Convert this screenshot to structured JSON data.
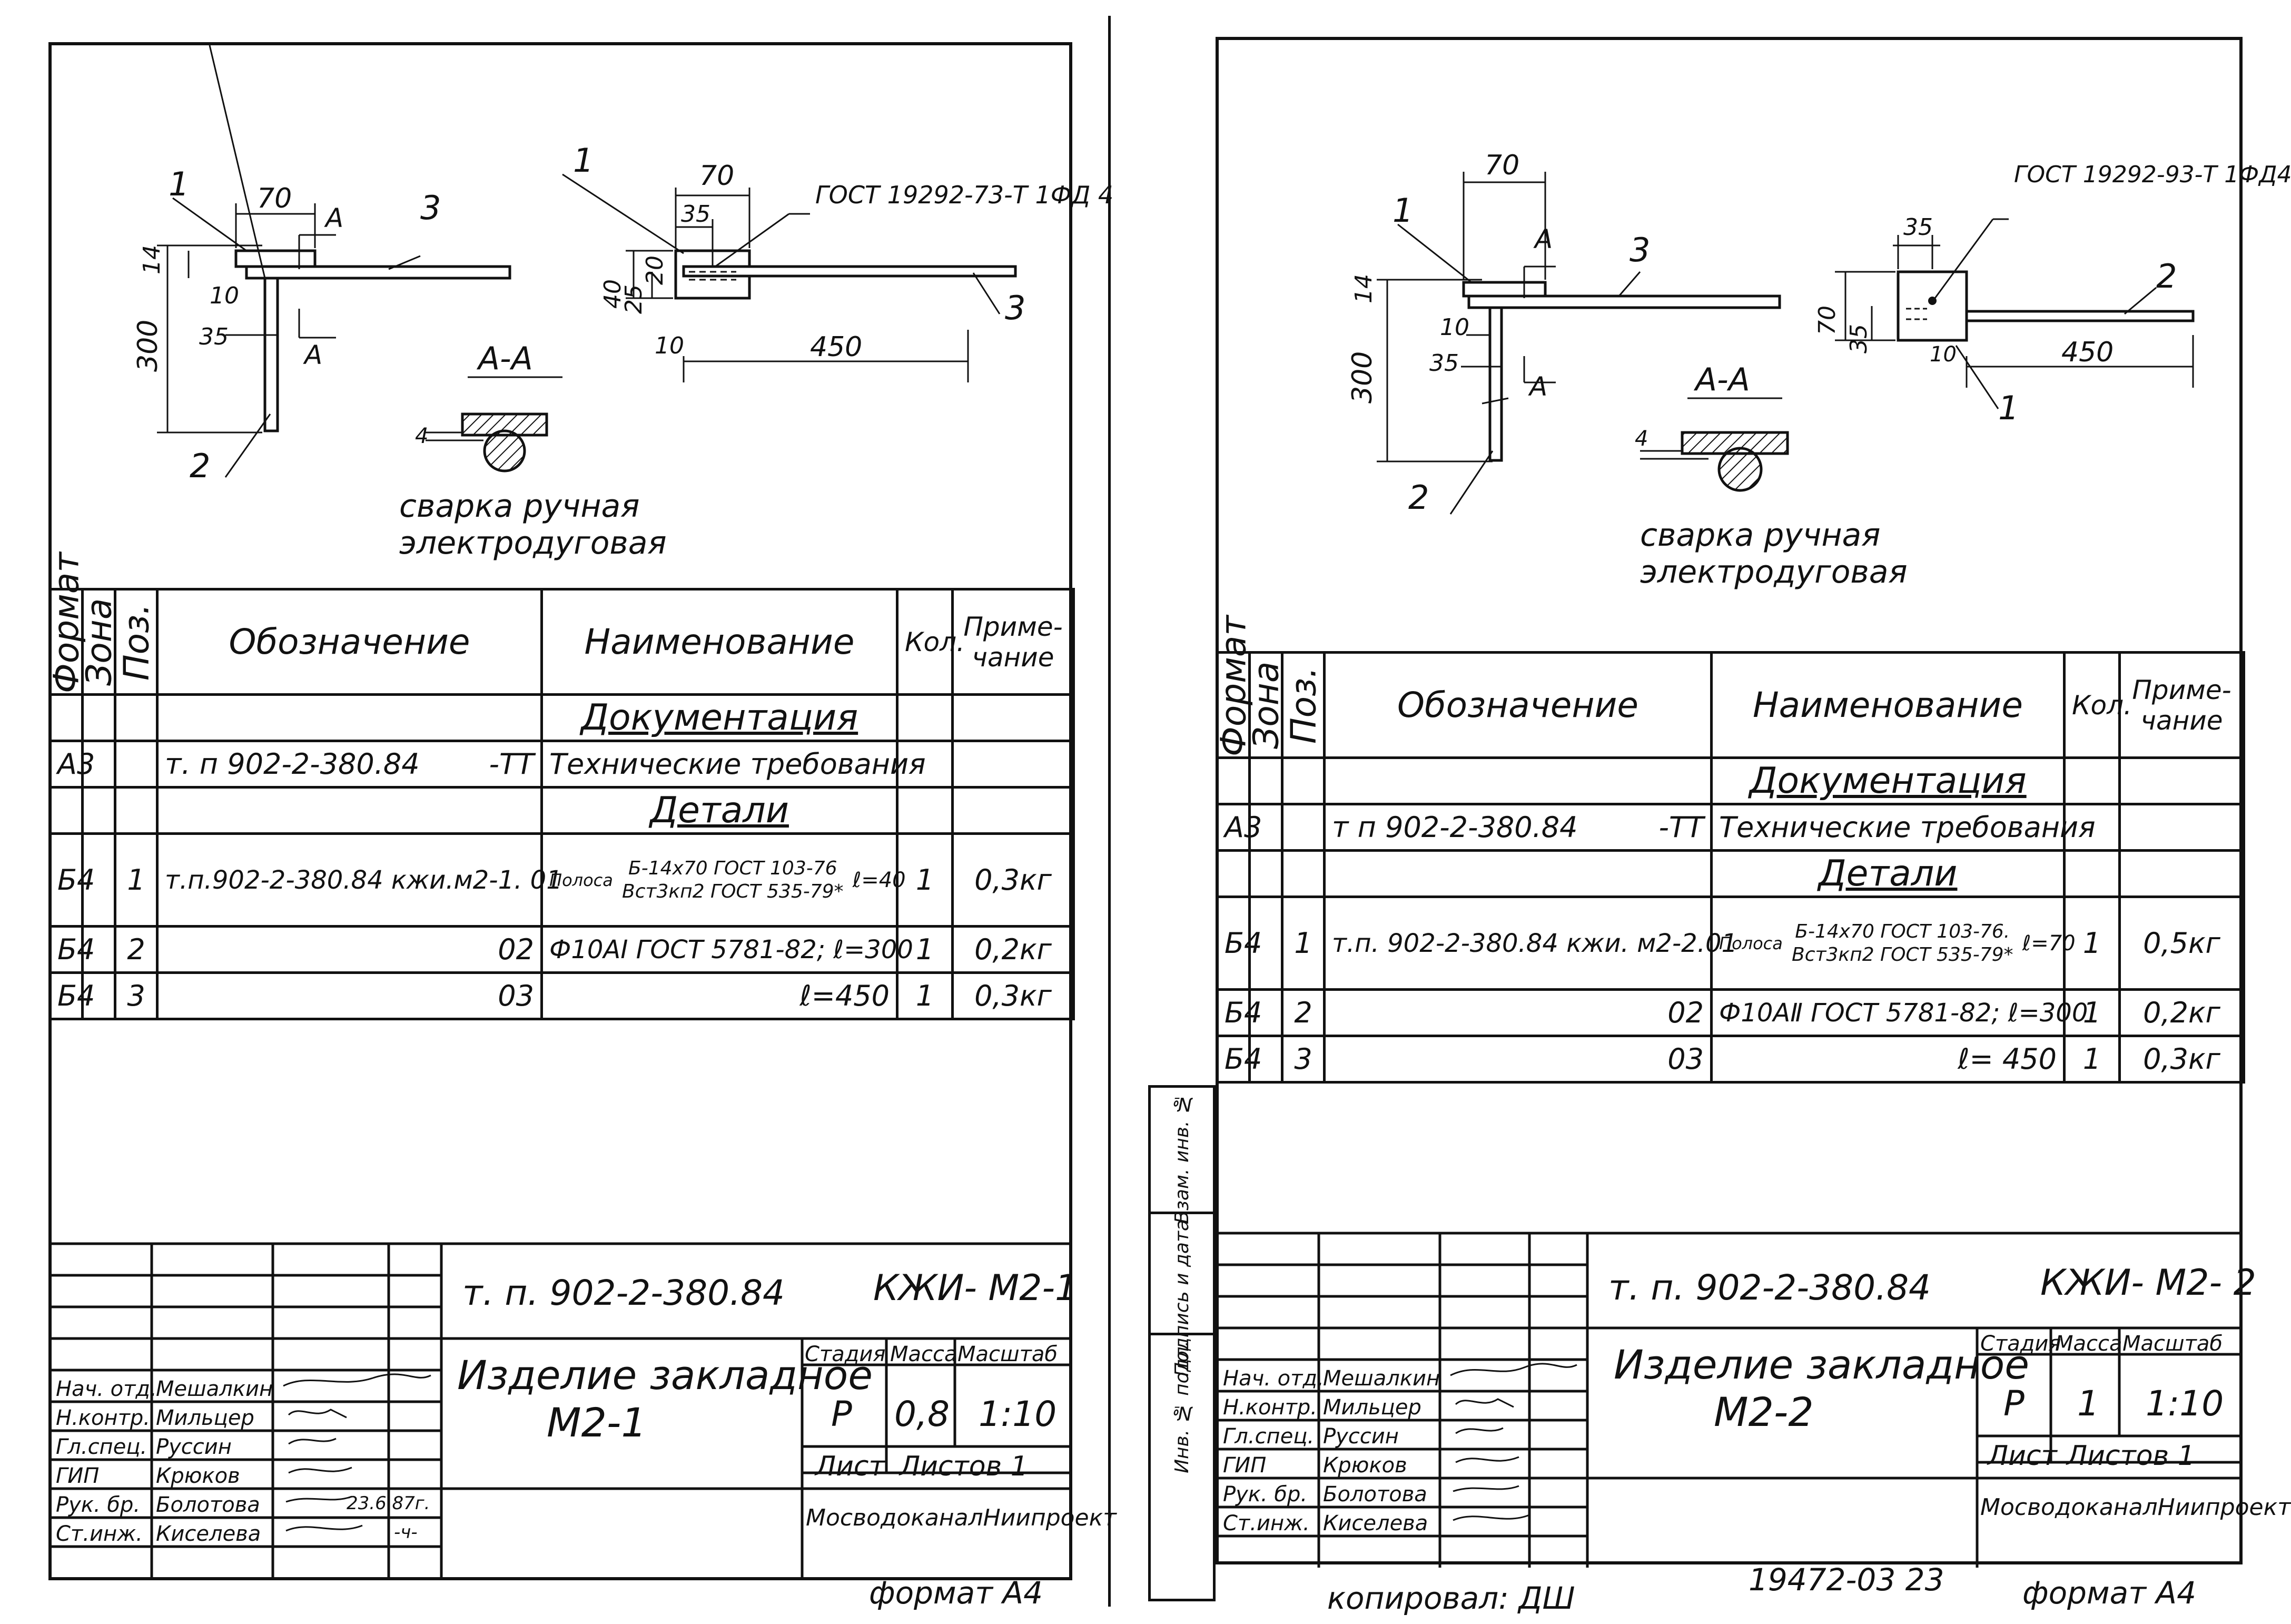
{
  "left_sheet": {
    "drawing": {
      "dim_70_top": "70",
      "section_a_top": "A",
      "section_a_bottom": "A",
      "dim_14": "14",
      "dim_300": "300",
      "dim_10": "10",
      "dim_35": "35",
      "pos_1": "1",
      "pos_2": "2",
      "pos_3": "3",
      "plan_pos_1": "1",
      "plan_pos_3": "3",
      "plan_dim_70": "70",
      "plan_dim_35": "35",
      "plan_dim_20": "20",
      "plan_dim_40": "40",
      "plan_dim_25": "25",
      "plan_dim_10": "10",
      "plan_dim_450": "450",
      "gost_note": "ГОСТ 19292-73-Т 1ФД 4",
      "section_title": "А-А",
      "weld_size": "4",
      "weld_note_line1": "сварка ручная",
      "weld_note_line2": "электродуговая"
    },
    "spec": {
      "headers": {
        "format": "Формат",
        "zone": "Зона",
        "pos": "Поз.",
        "designation": "Обозначение",
        "name": "Наименование",
        "qty": "Кол.",
        "note": "Приме-чание"
      },
      "section_docs": "Документация",
      "row_docs": {
        "format": "А3",
        "designation": "т. п 902-2-380.84",
        "suffix": "-ТТ",
        "name": "Технические требования"
      },
      "section_parts": "Детали",
      "row1": {
        "format": "Б4",
        "pos": "1",
        "designation": "т.п.902-2-380.84 кжи.м2-1. 01",
        "name_prefix": "Полоса",
        "name_top": "Б-14х70 ГОСТ 103-76",
        "name_bottom": "Вст3кп2 ГОСТ 535-79*",
        "length": "ℓ=40",
        "qty": "1",
        "note": "0,3кг"
      },
      "row2": {
        "format": "Б4",
        "pos": "2",
        "designation": "02",
        "name": "Ф10АⅠ ГОСТ 5781-82; ℓ=300",
        "qty": "1",
        "note": "0,2кг"
      },
      "row3": {
        "format": "Б4",
        "pos": "3",
        "designation": "03",
        "name": "ℓ=450",
        "qty": "1",
        "note": "0,3кг"
      }
    },
    "title_block": {
      "project": "т. п. 902-2-380.84",
      "code": "КЖИ- М2-1",
      "item_line1": "Изделие закладное",
      "item_line2": "М2-1",
      "stage_label": "Стадия",
      "mass_label": "Масса",
      "scale_label": "Масштаб",
      "stage": "Р",
      "mass": "0,8",
      "scale": "1:10",
      "sheet_label": "Лист",
      "sheets_label": "Листов 1",
      "org": "МосводоканалНиипроект",
      "roles": [
        "Нач. отд.",
        "Н.контр.",
        "Гл.спец.",
        "ГИП",
        "Рук. бр.",
        "Ст.инж."
      ],
      "people": [
        "Мешалкин",
        "Мильцер",
        "Руссин",
        "Крюков",
        "Болотова",
        "Киселева"
      ],
      "date_note": "23.6.87г.",
      "dash": "-ч-"
    },
    "footer": "формат А4"
  },
  "right_sheet": {
    "drawing": {
      "dim_70_top": "70",
      "section_a_top": "A",
      "section_a_bottom": "A",
      "dim_14": "14",
      "dim_300": "300",
      "dim_10": "10",
      "dim_35": "35",
      "pos_1": "1",
      "pos_2": "2",
      "pos_3": "3",
      "plan_pos_1": "1",
      "plan_pos_2": "2",
      "plan_dim_35": "35",
      "plan_dim_70": "70",
      "plan_dim_35b": "35",
      "plan_dim_10": "10",
      "plan_dim_450": "450",
      "gost_note": "ГОСТ 19292-93-Т 1ФД4",
      "section_title": "А-А",
      "weld_size": "4",
      "weld_note_line1": "сварка ручная",
      "weld_note_line2": "электродуговая"
    },
    "spec": {
      "headers": {
        "format": "Формат",
        "zone": "Зона",
        "pos": "Поз.",
        "designation": "Обозначение",
        "name": "Наименование",
        "qty": "Кол.",
        "note": "Приме-чание"
      },
      "section_docs": "Документация",
      "row_docs": {
        "format": "А3",
        "designation": "т п 902-2-380.84",
        "suffix": "-ТТ",
        "name": "Технические требования"
      },
      "section_parts": "Детали",
      "row1": {
        "format": "Б4",
        "pos": "1",
        "designation": "т.п. 902-2-380.84 кжи. м2-2.01",
        "name_prefix": "Полоса",
        "name_top": "Б-14х70 ГОСТ 103-76.",
        "name_bottom": "Вст3кп2 ГОСТ 535-79*",
        "length": "ℓ=70",
        "qty": "1",
        "note": "0,5кг"
      },
      "row2": {
        "format": "Б4",
        "pos": "2",
        "designation": "02",
        "name": "Ф10АⅡ ГОСТ 5781-82; ℓ=300",
        "qty": "1",
        "note": "0,2кг"
      },
      "row3": {
        "format": "Б4",
        "pos": "3",
        "designation": "03",
        "name": "ℓ= 450",
        "qty": "1",
        "note": "0,3кг"
      }
    },
    "title_block": {
      "project": "т. п. 902-2-380.84",
      "code": "КЖИ- М2- 2",
      "item_line1": "Изделие закладное",
      "item_line2": "М2-2",
      "stage_label": "Стадия",
      "mass_label": "Масса",
      "scale_label": "Масштаб",
      "stage": "Р",
      "mass": "1",
      "scale": "1:10",
      "sheet_label": "Лист",
      "sheets_label": "Листов 1",
      "org": "МосводоканалНиипроект",
      "roles": [
        "Нач. отд.",
        "Н.контр.",
        "Гл.спец.",
        "ГИП",
        "Рук. бр.",
        "Ст.инж."
      ],
      "people": [
        "Мешалкин",
        "Мильцер",
        "Руссин",
        "Крюков",
        "Болотова",
        "Киселева"
      ]
    },
    "sidebar": [
      "Инв. № подл.",
      "Подпись и дата",
      "Взам. инв. №"
    ],
    "footer_copied": "копировал: ДШ",
    "footer_number": "19472-03   23",
    "footer_format": "формат А4"
  }
}
